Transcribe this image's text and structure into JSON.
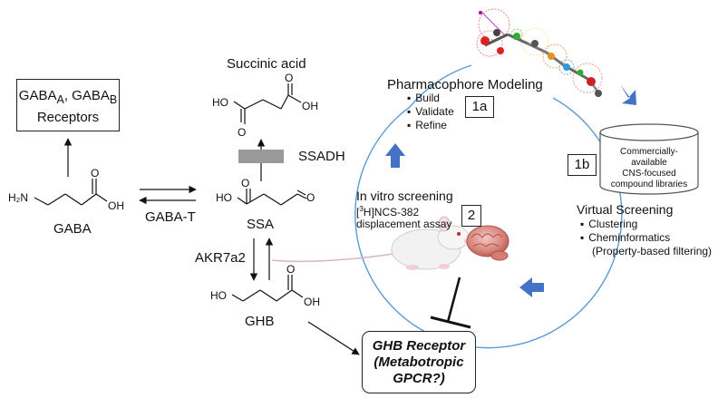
{
  "pathway": {
    "gaba_receptors": {
      "line1": "GABA",
      "sub_a": "A",
      "mid": ", GABA",
      "sub_b": "B",
      "line2": "Receptors"
    },
    "succinic_acid": "Succinic acid",
    "ssadh": "SSADH",
    "gaba": "GABA",
    "gaba_t": "GABA-T",
    "ssa": "SSA",
    "akr7a2": "AKR7a2",
    "ghb": "GHB",
    "atoms": {
      "ho": "HO",
      "oh": "OH",
      "o": "O",
      "h2n": "H₂N"
    }
  },
  "receptor": {
    "line1": "GHB Receptor",
    "line2": "(Metabotropic",
    "line3": "GPCR?)"
  },
  "cycle": {
    "pharmacophore": {
      "title": "Pharmacophore Modeling",
      "items": [
        "Build",
        "Validate",
        "Refine"
      ],
      "tag": "1a"
    },
    "library": {
      "text": [
        "Commercially-available",
        "CNS-focused",
        "compound libraries"
      ],
      "tag": "1b"
    },
    "virtual": {
      "title": "Virtual Screening",
      "items": [
        "Clustering",
        "Cheminformatics"
      ],
      "extra": "(Property-based filtering)"
    },
    "in_vitro": {
      "title": "In vitro screening",
      "assay_sup": "3",
      "assay_line1_pre": "[",
      "assay_line1_post": "H]NCS-382",
      "assay_line2": "displacement assay",
      "tag": "2"
    }
  },
  "colors": {
    "cycle_line": "#5b9bd5",
    "cycle_arrow": "#4472c4",
    "enzyme_bar": "#999999"
  },
  "icons": [
    "rat-icon",
    "brain-icon",
    "molecule-model-icon",
    "database-cylinder-icon"
  ]
}
